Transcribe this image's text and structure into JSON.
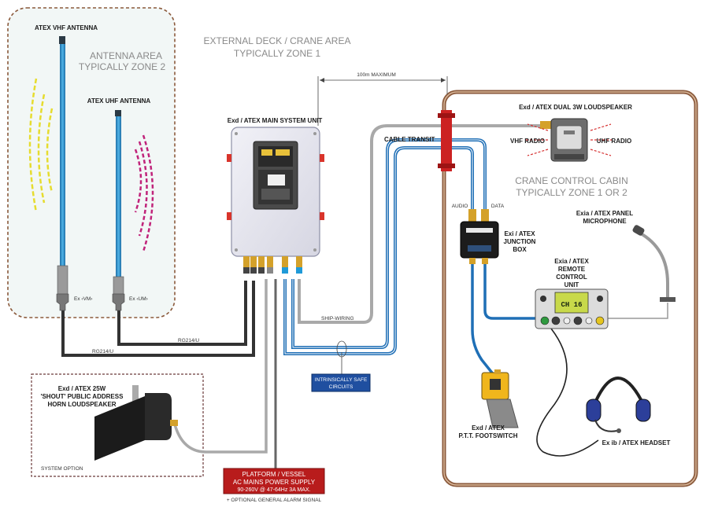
{
  "areas": {
    "antenna_l1": "ANTENNA AREA",
    "antenna_l2": "TYPICALLY ZONE 2",
    "deck_l1": "EXTERNAL DECK / CRANE AREA",
    "deck_l2": "TYPICALLY ZONE 1",
    "cabin_l1": "CRANE CONTROL CABIN",
    "cabin_l2": "TYPICALLY ZONE 1 OR 2"
  },
  "components": {
    "vhf_antenna": "ATEX VHF ANTENNA",
    "uhf_antenna": "ATEX UHF ANTENNA",
    "main_unit": "Exd / ATEX MAIN SYSTEM UNIT",
    "loudspeaker": "Exd / ATEX DUAL 3W LOUDSPEAKER",
    "vhf_radio": "VHF RADIO",
    "uhf_radio": "UHF RADIO",
    "junction_l1": "Exi / ATEX",
    "junction_l2": "JUNCTION",
    "junction_l3": "BOX",
    "audio": "AUDIO",
    "data": "DATA",
    "mic_l1": "Exia / ATEX PANEL",
    "mic_l2": "MICROPHONE",
    "rcu_l1": "Exia / ATEX",
    "rcu_l2": "REMOTE",
    "rcu_l3": "CONTROL",
    "rcu_l4": "UNIT",
    "rcu_display": "CH 16",
    "footswitch_l1": "Exd / ATEX",
    "footswitch_l2": "P.T.T. FOOTSWITCH",
    "headset": "Ex ib / ATEX HEADSET",
    "horn_l1": "Exd / ATEX 25W",
    "horn_l2": "'SHOUT' PUBLIC ADDRESS",
    "horn_l3": "HORN LOUDSPEAKER",
    "system_option": "SYSTEM OPTION"
  },
  "cables": {
    "distance": "100m MAXIMUM",
    "cable_transit": "CABLE TRANSIT",
    "ship_wiring": "SHIP-WIRING",
    "rg214_a": "RG214/U",
    "rg214_b": "RG214/U",
    "is_l1": "INTRINSICALLY SAFE",
    "is_l2": "CIRCUITS"
  },
  "power": {
    "l1": "PLATFORM / VESSEL",
    "l2": "AC MAINS POWER SUPPLY",
    "l3": "90-260V @ 47-64Hz 3A MAX.",
    "note": "+ OPTIONAL GENERAL ALARM SIGNAL"
  },
  "colors": {
    "zone_border": "#8b5a3c",
    "cable_blue": "#1f6fb6",
    "cable_dark": "#333333",
    "cable_grey": "#a9a9a9",
    "transit_red": "#cc2222",
    "power_red": "#b81c1c",
    "is_box": "#1f4fa0"
  }
}
